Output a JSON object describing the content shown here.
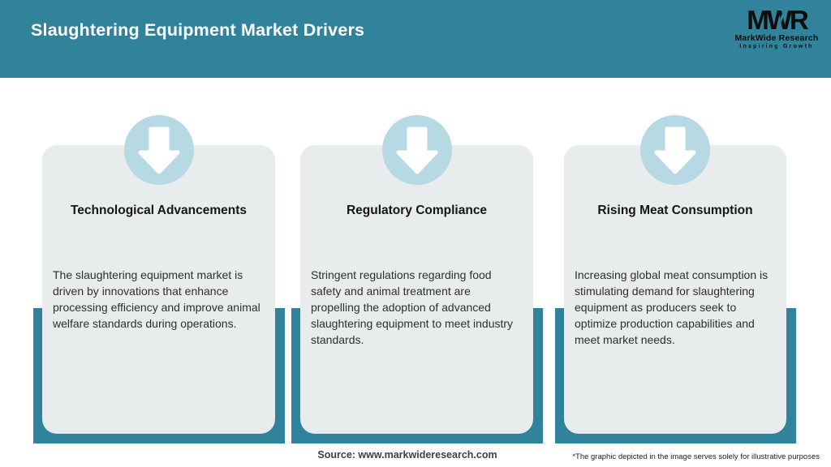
{
  "header": {
    "title": "Slaughtering Equipment Market Drivers",
    "logo": {
      "acronym": "MWR",
      "name": "MarkWide Research",
      "tagline": "Inspiring Growth"
    }
  },
  "cards": [
    {
      "title": "Technological Advancements",
      "description": "The slaughtering equipment market is driven by innovations that enhance processing efficiency and improve animal welfare standards during operations."
    },
    {
      "title": "Regulatory Compliance",
      "description": "Stringent regulations regarding food safety and animal treatment are propelling the adoption of advanced slaughtering equipment to meet industry standards."
    },
    {
      "title": "Rising Meat Consumption",
      "description": "Increasing global meat consumption is stimulating demand for slaughtering equipment as producers seek to optimize production capabilities and meet market needs."
    }
  ],
  "footer": {
    "source": "Source: www.markwideresearch.com",
    "disclaimer": "*The graphic depicted in the image serves solely for illustrative purposes"
  },
  "colors": {
    "teal": "#30839A",
    "card_bg": "#E9ECED",
    "circle_blue": "#B7D9E4",
    "arrow": "#FFFFFF"
  }
}
